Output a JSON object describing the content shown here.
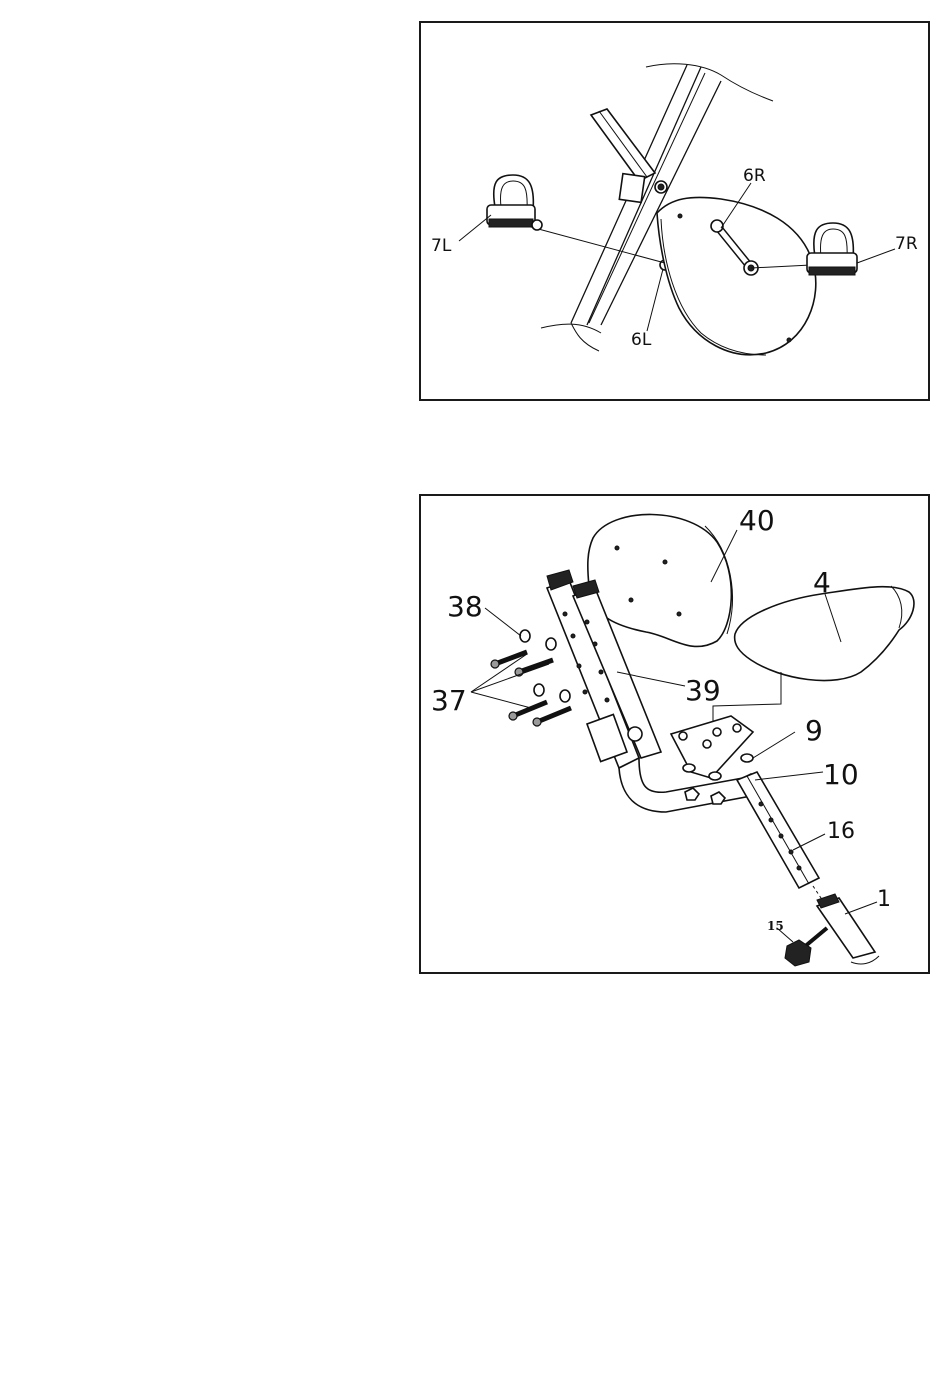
{
  "diagrams": [
    {
      "labels": {
        "pedal_left": "7L",
        "pedal_right": "7R",
        "crank_left": "6L",
        "crank_right": "6R"
      }
    },
    {
      "labels": {
        "frame": "1",
        "seat": "4",
        "washer": "9",
        "nut": "10",
        "knob": "15",
        "seat_post": "16",
        "bolt": "37",
        "bolt_washer": "38",
        "backrest_frame": "39",
        "backrest": "40"
      }
    }
  ]
}
